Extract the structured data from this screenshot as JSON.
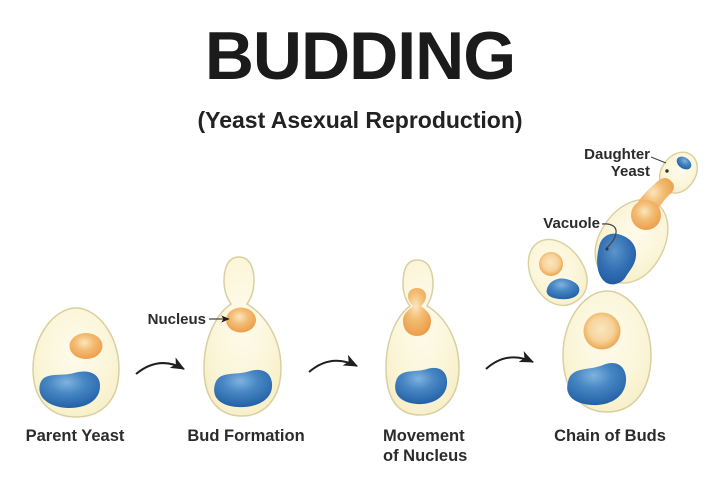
{
  "header": {
    "title": "BUDDING",
    "subtitle": "(Yeast Asexual Reproduction)"
  },
  "stages": [
    {
      "id": "parent-yeast",
      "label": "Parent Yeast"
    },
    {
      "id": "bud-formation",
      "label": "Bud Formation"
    },
    {
      "id": "movement-of-nucleus",
      "label": "Movement of Nucleus"
    },
    {
      "id": "chain-of-buds",
      "label": "Chain of Buds"
    }
  ],
  "callouts": {
    "nucleus": {
      "label": "Nucleus"
    },
    "daughter_yeast": {
      "label": "Daughter Yeast"
    },
    "vacuole": {
      "label": "Vacuole"
    }
  },
  "colors": {
    "background": "#ffffff",
    "title_text": "#1b1b1b",
    "label_text": "#2b2b2b",
    "cell_fill": "#fbf5d8",
    "cell_outline": "#d9cfa0",
    "nucleus_orange": "#eb9c49",
    "nucleus_highlight": "#fbe6be",
    "vacuole_blue": "#1e5ca2",
    "vacuole_highlight": "#7fb3de",
    "arrow": "#1f1f1f"
  }
}
